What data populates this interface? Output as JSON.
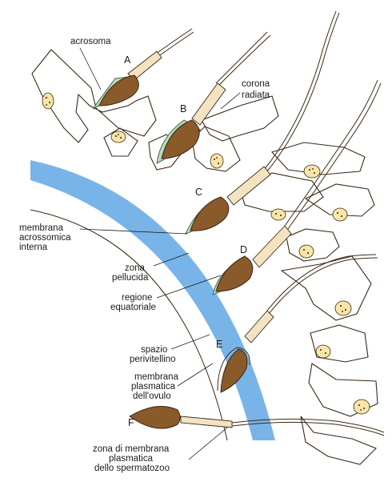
{
  "colors": {
    "zona": "#79b4e8",
    "sperm_head": "#8a5a2b",
    "acrosome": "#b8ddc0",
    "outline": "#3a2a14",
    "nucleus_fill": "#f6e6a8"
  },
  "stages": {
    "A": "A",
    "B": "B",
    "C": "C",
    "D": "D",
    "E": "E",
    "F": "F"
  },
  "labels": {
    "acrosoma": "acrosoma",
    "corona_1": "corona",
    "corona_2": "radiata",
    "mai_1": "membrana",
    "mai_2": "acrossomica",
    "mai_3": "interna",
    "zp_1": "zona",
    "zp_2": "pellucida",
    "re_1": "regione",
    "re_2": "equatoriale",
    "sp_1": "spazio",
    "sp_2": "perivitellino",
    "mpo_1": "membrana",
    "mpo_2": "plasmatica",
    "mpo_3": "dell'ovulo",
    "zms_1": "zona di membrana",
    "zms_2": "plasmatica",
    "zms_3": "dello spermatozoo"
  }
}
